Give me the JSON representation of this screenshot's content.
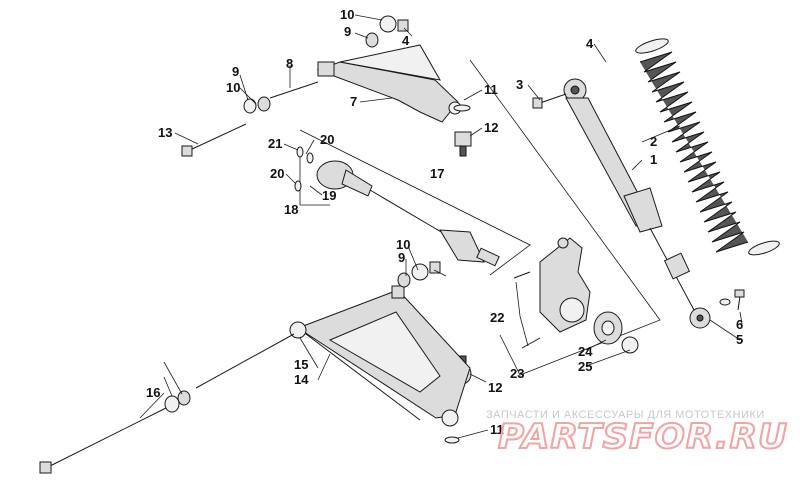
{
  "diagram": {
    "callouts": [
      "1",
      "2",
      "3",
      "4",
      "4",
      "5",
      "6",
      "7",
      "8",
      "9",
      "9",
      "9",
      "10",
      "10",
      "10",
      "11",
      "11",
      "12",
      "12",
      "13",
      "14",
      "15",
      "16",
      "17",
      "18",
      "19",
      "20",
      "20",
      "21",
      "22",
      "23",
      "24",
      "25"
    ]
  },
  "watermark": {
    "subtitle": "ЗАПЧАСТИ И АКСЕССУАРЫ ДЛЯ МОТОТЕХНИКИ",
    "brand": "PARTSFOR.RU"
  },
  "colors": {
    "line": "#1a1a1a",
    "part_fill": "#dcdcdc",
    "watermark_red": "#f2a3a3",
    "watermark_gray": "#c8c8c8"
  }
}
